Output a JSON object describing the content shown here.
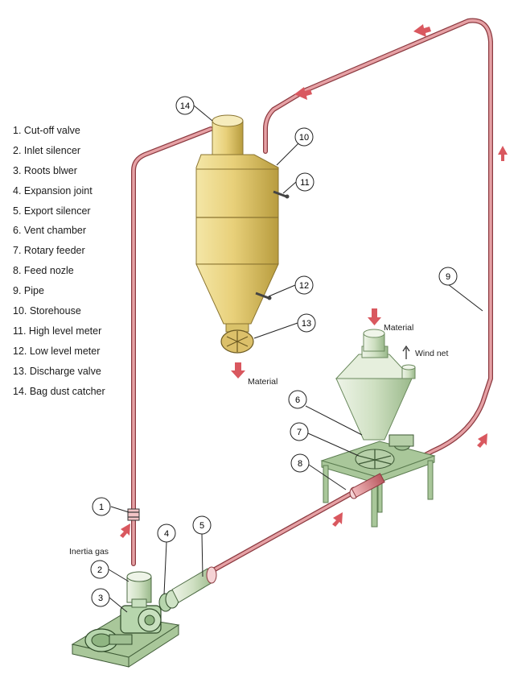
{
  "legend": [
    {
      "num": "1",
      "text": "1. Cut-off valve"
    },
    {
      "num": "2",
      "text": "2. Inlet silencer"
    },
    {
      "num": "3",
      "text": "3. Roots blwer"
    },
    {
      "num": "4",
      "text": "4. Expansion joint"
    },
    {
      "num": "5",
      "text": "5. Export silencer"
    },
    {
      "num": "6",
      "text": "6. Vent chamber"
    },
    {
      "num": "7",
      "text": "7. Rotary feeder"
    },
    {
      "num": "8",
      "text": "8. Feed nozle"
    },
    {
      "num": "9",
      "text": "9. Pipe"
    },
    {
      "num": "10",
      "text": "10.  Storehouse"
    },
    {
      "num": "11",
      "text": "11. High level meter"
    },
    {
      "num": "12",
      "text": "12. Low level meter"
    },
    {
      "num": "13",
      "text": "13. Discharge valve"
    },
    {
      "num": "14",
      "text": "14. Bag dust catcher"
    }
  ],
  "labels": {
    "material_in": "Material",
    "material_out": "Material",
    "wind_net": "Wind net",
    "inertia_gas": "Inertia gas"
  },
  "callouts": [
    "1",
    "2",
    "3",
    "4",
    "5",
    "6",
    "7",
    "8",
    "9",
    "10",
    "11",
    "12",
    "13",
    "14"
  ],
  "colors": {
    "pipe": "#d98a8e",
    "pipe_dark": "#8c3a40",
    "arrow": "#d9585f",
    "storehouse": "#e6cf78",
    "storehouse_dark": "#b29a3c",
    "vent_chamber": "#cfe0c2",
    "stand": "#a9c79a",
    "machine": "#b7d6ad"
  }
}
